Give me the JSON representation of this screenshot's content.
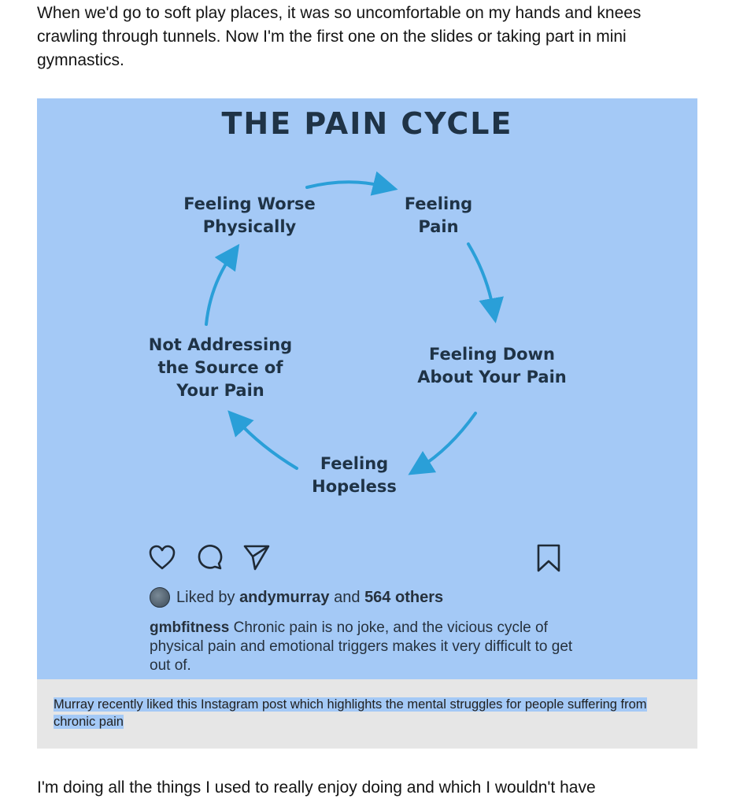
{
  "article": {
    "para_top": "When we'd go to soft play places, it was so uncomfortable on my hands and knees crawling through tunnels. Now I'm the first one on the slides or taking part in mini gymnastics.",
    "para_bottom": "I'm doing all the things I used to really enjoy doing and which I wouldn't have"
  },
  "figure": {
    "title": "THE PAIN CYCLE",
    "nodes": {
      "feeling_worse": "Feeling Worse\nPhysically",
      "feeling_pain": "Feeling\nPain",
      "feeling_down": "Feeling Down\nAbout Your Pain",
      "feeling_hopeless": "Feeling\nHopeless",
      "not_addressing": "Not Addressing\nthe Source of\nYour Pain"
    },
    "instagram": {
      "liked_prefix": "Liked by",
      "liked_user": "andymurray",
      "liked_and": "and",
      "liked_count": "564 others",
      "post_user": "gmbfitness",
      "post_text": "Chronic pain is no joke, and the vicious cycle of physical pain and emotional triggers makes it very difficult to get out of.",
      "icons": [
        "heart-icon",
        "comment-icon",
        "share-icon",
        "bookmark-icon"
      ]
    },
    "caption": "Murray recently liked this Instagram post which highlights the mental struggles for people suffering from chronic pain"
  },
  "colors": {
    "image_bg": "#a4c9f6",
    "arrow": "#2a9fd8",
    "title_text": "#1f3346",
    "caption_bg": "#e6e6e6",
    "selection_highlight": "#a4c9f6"
  }
}
